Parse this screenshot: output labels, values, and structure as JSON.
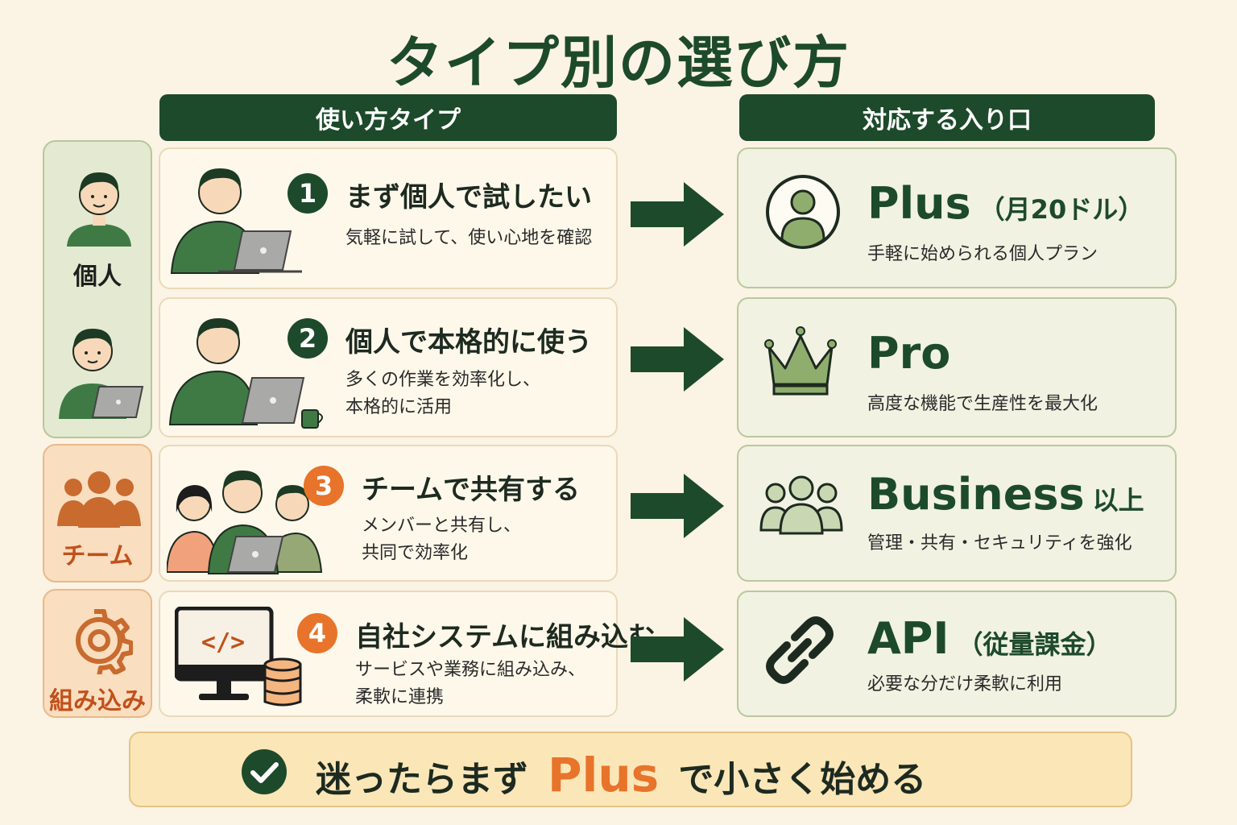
{
  "title": "タイプ別の選び方",
  "headers": {
    "left": "使い方タイプ",
    "right": "対応する入り口"
  },
  "groups": [
    {
      "label": "個人",
      "color": "#e4ead1"
    },
    {
      "label": "チーム",
      "color": "#f9dec0"
    },
    {
      "label": "組み込み",
      "color": "#f9dec0"
    }
  ],
  "cases": [
    {
      "number": "1",
      "title": "まず個人で試したい",
      "desc": "気軽に試して、使い心地を確認",
      "icon": "person-laptop-icon"
    },
    {
      "number": "2",
      "title": "個人で本格的に使う",
      "desc": "多くの作業を効率化し、\n本格的に活用",
      "icon": "person-laptop-mug-icon"
    },
    {
      "number": "3",
      "title": "チームで共有する",
      "desc": "メンバーと共有し、\n共同で効率化",
      "icon": "team-laptop-icon"
    },
    {
      "number": "4",
      "title": "自社システムに組み込む",
      "desc": "サービスや業務に組み込み、\n柔軟に連携",
      "icon": "monitor-code-database-icon"
    }
  ],
  "plans": [
    {
      "name": "Plus",
      "note": "（月20ドル）",
      "desc": "手軽に始められる個人プラン",
      "icon": "user-circle-icon"
    },
    {
      "name": "Pro",
      "note": "",
      "desc": "高度な機能で生産性を最大化",
      "icon": "crown-icon"
    },
    {
      "name": "Business",
      "note": "以上",
      "desc": "管理・共有・セキュリティを強化",
      "icon": "users-icon"
    },
    {
      "name": "API",
      "note": "（従量課金）",
      "desc": "必要な分だけ柔軟に利用",
      "icon": "link-icon"
    }
  ],
  "conclusion": {
    "before": "迷ったらまず",
    "accent": "Plus",
    "after": "で小さく始める",
    "icon": "check-circle-icon"
  },
  "colors": {
    "primary": "#1d4a2a",
    "accent": "#e8732a",
    "background": "#fbf3e4"
  }
}
